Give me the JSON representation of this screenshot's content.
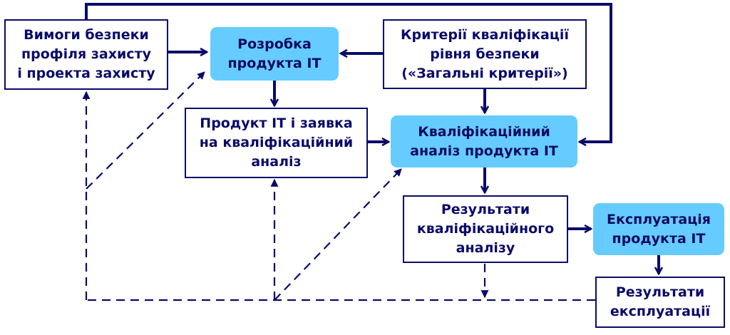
{
  "nodes": {
    "requirements": "Вимоги безпеки\nпрофіля захисту\nі проекта захисту",
    "development": "Розробка\nпродукта IT",
    "criteria": "Критерії кваліфікації\nрівня безпеки\n(«Загальні критерії»)",
    "product_application": "Продукт IT і заявка\nна кваліфікаційний\nаналіз",
    "qualification_analysis": "Кваліфікаційний\nаналіз продукта IT",
    "analysis_results": "Результати\nкваліфікаційного\nаналізу",
    "exploitation": "Експлуатація\nпродукта IT",
    "exploitation_results": "Результати\nексплуатації"
  },
  "colors": {
    "line": "#0a0a6b",
    "highlight_box": "#66ccff",
    "plain_box_border": "#0a0a6b"
  },
  "edges": [
    {
      "from": "requirements",
      "to": "development",
      "style": "solid"
    },
    {
      "from": "criteria",
      "to": "development",
      "style": "solid"
    },
    {
      "from": "development",
      "to": "product_application",
      "style": "solid"
    },
    {
      "from": "criteria",
      "to": "qualification_analysis",
      "style": "solid"
    },
    {
      "from": "product_application",
      "to": "qualification_analysis",
      "style": "solid"
    },
    {
      "from": "requirements",
      "to": "qualification_analysis",
      "style": "solid"
    },
    {
      "from": "qualification_analysis",
      "to": "analysis_results",
      "style": "solid"
    },
    {
      "from": "analysis_results",
      "to": "exploitation",
      "style": "solid"
    },
    {
      "from": "exploitation",
      "to": "exploitation_results",
      "style": "solid"
    },
    {
      "from": "exploitation_results",
      "to": "requirements",
      "style": "dashed"
    },
    {
      "from": "exploitation_results",
      "to": "development",
      "style": "dashed"
    },
    {
      "from": "exploitation_results",
      "to": "product_application",
      "style": "dashed"
    },
    {
      "from": "exploitation_results",
      "to": "qualification_analysis",
      "style": "dashed"
    },
    {
      "from": "analysis_results",
      "to": "feedback-line",
      "style": "dashed"
    }
  ]
}
